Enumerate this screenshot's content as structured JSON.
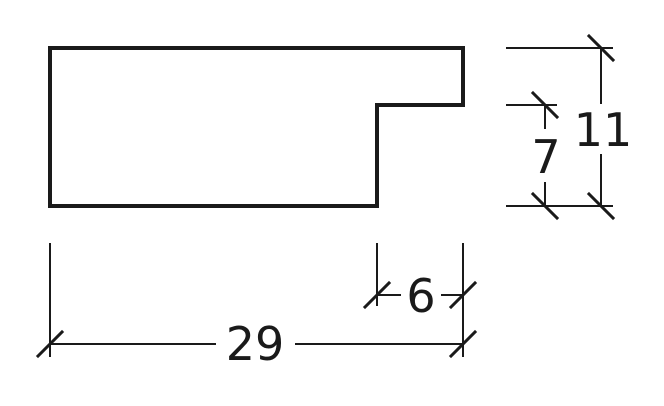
{
  "colors": {
    "ink": "#1a1a1a",
    "background": "#ffffff"
  },
  "dimensions": {
    "overall_width": "29",
    "step_width": "6",
    "overall_height": "11",
    "step_height": "7"
  }
}
